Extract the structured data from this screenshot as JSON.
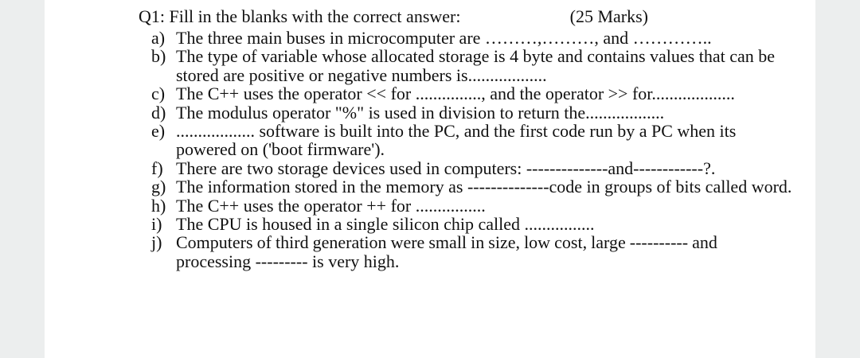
{
  "question": {
    "title": "Q1: Fill in the blanks with the correct answer:",
    "marks": "(25 Marks)"
  },
  "items": [
    {
      "letter": "a)",
      "lines": [
        "The three main buses in microcomputer are ………,………, and ………….."
      ]
    },
    {
      "letter": "b)",
      "lines": [
        "The type of variable whose allocated storage is 4 byte and contains values that can be",
        "stored are positive or negative numbers is.................."
      ]
    },
    {
      "letter": "c)",
      "lines": [
        "The C++ uses the operator << for ..............., and the operator >> for..................."
      ]
    },
    {
      "letter": "d)",
      "lines": [
        "The modulus operator \"%\" is used in division to return the.................."
      ]
    },
    {
      "letter": "e)",
      "lines": [
        ".................. software is built into the PC, and the first code run by a PC when its",
        "powered on ('boot firmware')."
      ]
    },
    {
      "letter": "f)",
      "lines": [
        "There are two storage devices used in computers: --------------and------------?."
      ]
    },
    {
      "letter": "g)",
      "lines": [
        "The information stored in the memory as --------------code in groups of bits called word."
      ]
    },
    {
      "letter": "h)",
      "lines": [
        "The C++ uses the operator ++ for ................"
      ]
    },
    {
      "letter": "i)",
      "lines": [
        "The CPU is housed in a single silicon chip called ................"
      ]
    },
    {
      "letter": "j)",
      "line1_words": [
        "Computers",
        "of",
        "third",
        "generation",
        "were",
        "small",
        "in",
        "size,",
        "low",
        "cost,",
        "large",
        "----------",
        "and"
      ],
      "lines": [
        "processing --------- is very high."
      ]
    }
  ]
}
